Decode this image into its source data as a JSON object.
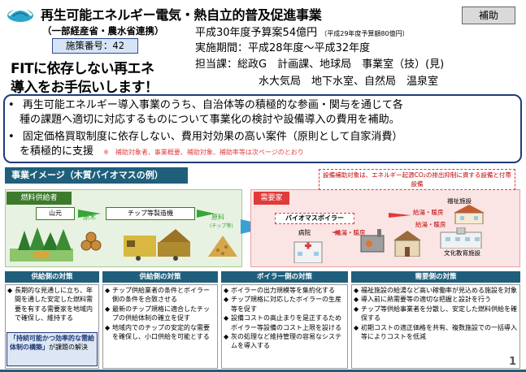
{
  "header": {
    "title": "再生可能エネルギー電気・熱自立的普及促進事業",
    "badge": "補助",
    "ministry": "（一部経産省・農水省連携）",
    "policy_number": "施策番号：42",
    "budget_main": "平成30年度予算案54億円",
    "budget_prev": "（平成29年度予算額80億円）",
    "period": "実施期間：平成28年度～平成32年度",
    "dept_line1": "担当課：総政G　計画課、地球局　事業室（技）(見)",
    "dept_line2": "水大気局　地下水室、自然局　温泉室",
    "slogan_line1": "FITに依存しない再エネ",
    "slogan_line2": "導入をお手伝いします！"
  },
  "summary": {
    "bullet1_line1": "再生可能エネルギー導入事業のうち、自治体等の積極的な参画・関与を通じて各",
    "bullet1_line2": "種の課題へ適切に対応するものについて事業化の検討や設備導入の費用を補助。",
    "bullet2_line1": "固定価格買取制度に依存しない、費用対効果の高い案件（原則として自家消費）",
    "bullet2_line2": "を積極的に支援",
    "note": "※　補助対象者、事業概要、補助対象、補助率等は次ページのとおり",
    "bullet_mark": "•"
  },
  "image": {
    "section_title": "事業イメージ（木質バイオマスの例）",
    "supply_label": "燃料供給者",
    "yamamoto": "山元",
    "chip_facility": "チップ等製造機",
    "genboku": "原木",
    "genryo": "原料",
    "genryo_sub": "(チップ等)",
    "demand_label": "需要家",
    "demand_note": "設備補助対象は、エネルギー起源CO₂の排出抑制に資する設備と付帯設備",
    "boiler": "バイオマスボイラー",
    "hospital": "病院",
    "welfare": "福祉施設",
    "supply_heat_1": "給湯・暖房",
    "supply_heat_2": "給湯・暖房",
    "supply_heat_3": "給湯・暖房",
    "culture": "文化教育施設"
  },
  "measures": {
    "headers": [
      "供給側の対策",
      "供給側の対策",
      "ボイラー側の対策",
      "需要側の対策"
    ],
    "col1": [
      "長期的な見通しに立ち、年間を通した安定した燃料需要を有する需要家を地域内で確保し、維持する"
    ],
    "col2": [
      "チップ供給業者の条件とボイラー側の条件を合致させる",
      "最新のチップ規格に適合したチップの供給体制の確立を促す",
      "地域内でのチップの安定的な需要を確保し、小口供給を可能とする"
    ],
    "col3": [
      "ボイラーの出力規模等を集約化する",
      "チップ規格に対応したボイラーの生産等を促す",
      "設備コストの高止まりを是正するためボイラー等設備のコスト上限を設ける",
      "灰の処理など維持管理の容易なシステムを導入する"
    ],
    "col4": [
      "福祉施設の給湯など高い稼働率が見込める施設を対象",
      "導入前に熱需要等の適切な把握と設計を行う",
      "チップ等供給事業者を分散し、安定した燃料供給を確保する",
      "初期コストの適正価格を共有、複数施設での一括導入等によりコストを低減"
    ],
    "item_mark": "◆",
    "callout_em": "「持続可能かつ効率的な需給体制の構築」",
    "callout_rest": "が課題の解決"
  },
  "page_number": "1",
  "colors": {
    "navy": "#1f3b77",
    "teal": "#1f5f7c",
    "green": "#37a535",
    "red": "#e03b3b",
    "blue_arrow": "#39a1d6"
  }
}
